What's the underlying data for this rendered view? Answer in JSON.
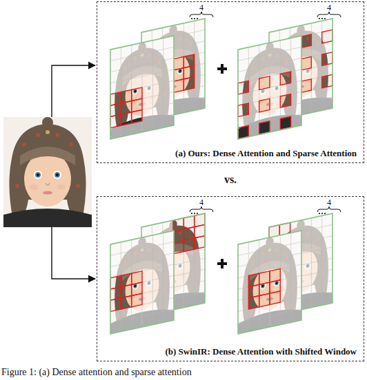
{
  "diagram": {
    "caption": "Figure 1: (a) Dense attention and sparse attention",
    "nodes": [
      {
        "text": [
          "(a) Ours: Dense Attention and Sparse Attention"
        ]
      },
      {
        "text": [
          "(b) SwinIR: Dense Attention with Shifted Window"
        ]
      }
    ],
    "labels": [
      "4",
      "4",
      "vs.",
      "4",
      "4"
    ]
  }
}
